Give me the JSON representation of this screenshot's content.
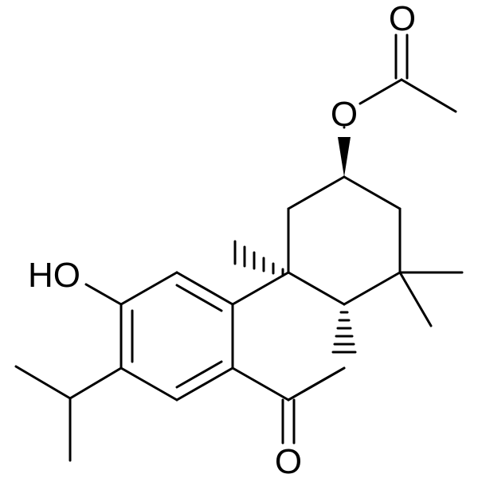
{
  "molecule": {
    "labels": {
      "hydroxyl": "HO",
      "acetate_carbonyl_oxygen": "O",
      "acetate_ester_oxygen": "O",
      "ketone_oxygen": "O"
    }
  },
  "colors": {
    "bond": "#000000",
    "background": "#ffffff"
  }
}
